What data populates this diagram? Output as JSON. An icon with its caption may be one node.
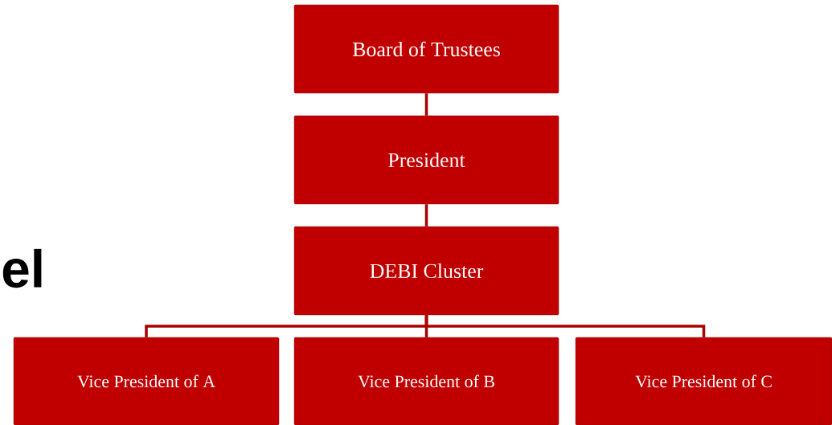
{
  "diagram": {
    "nodes": [
      {
        "text": [
          "Board of Trustees"
        ]
      },
      {
        "text": [
          "President"
        ]
      },
      {
        "text": [
          "DEBI Cluster"
        ]
      },
      {
        "text": [
          "Vice President of A"
        ]
      },
      {
        "text": [
          "Vice President of B"
        ]
      },
      {
        "text": [
          "Vice President of C"
        ]
      }
    ],
    "edges": [
      {
        "from": 0,
        "to": 1,
        "arrow": "none"
      },
      {
        "from": 1,
        "to": 2,
        "arrow": "none"
      },
      {
        "from": 2,
        "to": 3,
        "arrow": "none"
      },
      {
        "from": 2,
        "to": 4,
        "arrow": "none"
      },
      {
        "from": 2,
        "to": 5,
        "arrow": "none"
      }
    ],
    "labels": [
      "el"
    ]
  }
}
